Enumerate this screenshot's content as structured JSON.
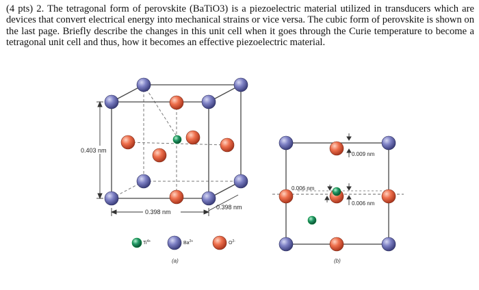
{
  "question": "(4 pts) 2. The tetragonal form of perovskite (BaTiO3) is a piezoelectric material utilized in transducers which are devices that convert electrical energy into mechanical strains or vice versa. The cubic form of perovskite is shown on the last page. Briefly describe the changes in this unit cell when it goes through the Curie temperature to become a tetragonal unit cell and thus, how it becomes an effective piezoelectric material.",
  "figure_a": {
    "height_label": "0.403 nm",
    "width_label": "0.398 nm",
    "depth_label": "0.398 nm",
    "caption": "(a)",
    "legend": [
      {
        "label": "Ti",
        "charge": "4+",
        "color": "#1f8a5c"
      },
      {
        "label": "Ba",
        "charge": "2+",
        "color": "#6f73b8"
      },
      {
        "label": "O",
        "charge": "2-",
        "color": "#e8684a"
      }
    ]
  },
  "figure_b": {
    "top_shift_label": "0.009 nm",
    "ti_shift_label": "0.006 nm",
    "o_shift_label": "0.006 nm",
    "caption": "(b)"
  },
  "colors": {
    "ti": "#1f8a5c",
    "ba": "#6f73b8",
    "o": "#e8684a"
  }
}
